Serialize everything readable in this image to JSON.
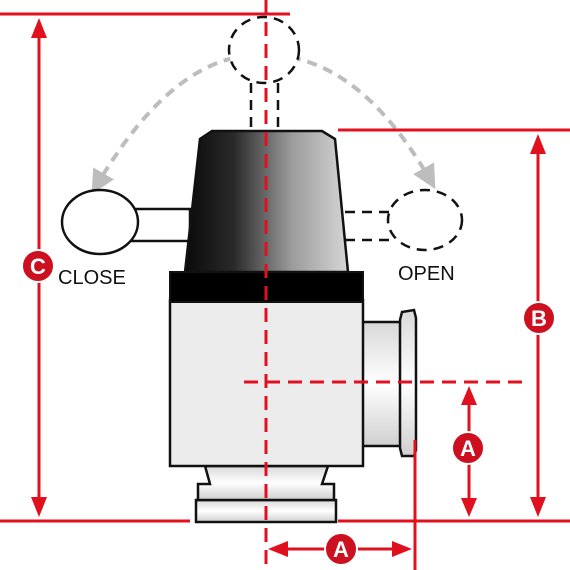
{
  "labels": {
    "close": "CLOSE",
    "open": "OPEN"
  },
  "dimensions": {
    "a": "A",
    "b": "B",
    "c": "C"
  },
  "colors": {
    "dimension": "#e0101e",
    "badge": "#cc1020",
    "arc": "#bdbdbd",
    "outline": "#111111",
    "body_fill": "#ececec",
    "collar": "#000000"
  },
  "icons": {
    "handle_close": "round-knob-solid",
    "handle_open": "round-knob-dashed",
    "handle_upright": "round-knob-dashed"
  }
}
